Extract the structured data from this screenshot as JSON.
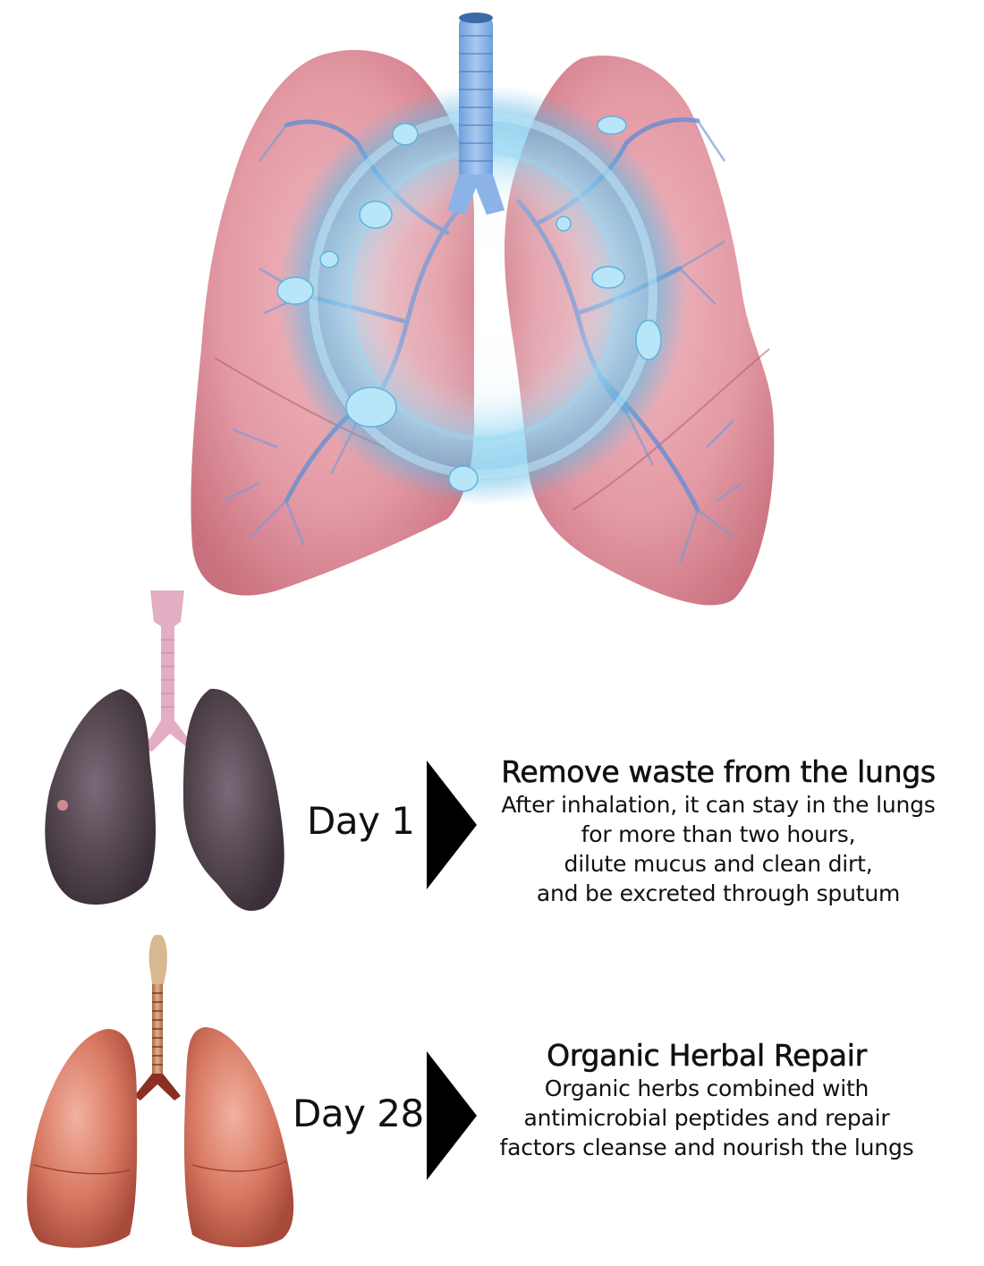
{
  "hero": {
    "image": "clean-lungs-illustration",
    "description": "Pink lungs with blue bronchial tree and swirling water vortex"
  },
  "steps": [
    {
      "day_label": "Day 1",
      "image": "dark-damaged-lungs",
      "arrow": "arrow-right-icon",
      "title": "Remove waste from the lungs",
      "lines": [
        "After inhalation, it can stay in the lungs",
        "for more than two hours,",
        "dilute mucus and clean dirt,",
        "and be excreted through sputum"
      ]
    },
    {
      "day_label": "Day 28",
      "image": "healthy-red-lungs",
      "arrow": "arrow-right-icon",
      "title": "Organic Herbal Repair",
      "lines": [
        "Organic herbs combined with",
        "antimicrobial peptides and repair",
        "factors cleanse and nourish the lungs"
      ]
    }
  ],
  "colors": {
    "background": "#ffffff",
    "text": "#111111",
    "arrow": "#000000",
    "hero_lung_pink": "#d98a96",
    "hero_vortex_blue": "#7fc6e6",
    "dark_lung": "#4f4250",
    "healthy_lung": "#c96a55"
  }
}
